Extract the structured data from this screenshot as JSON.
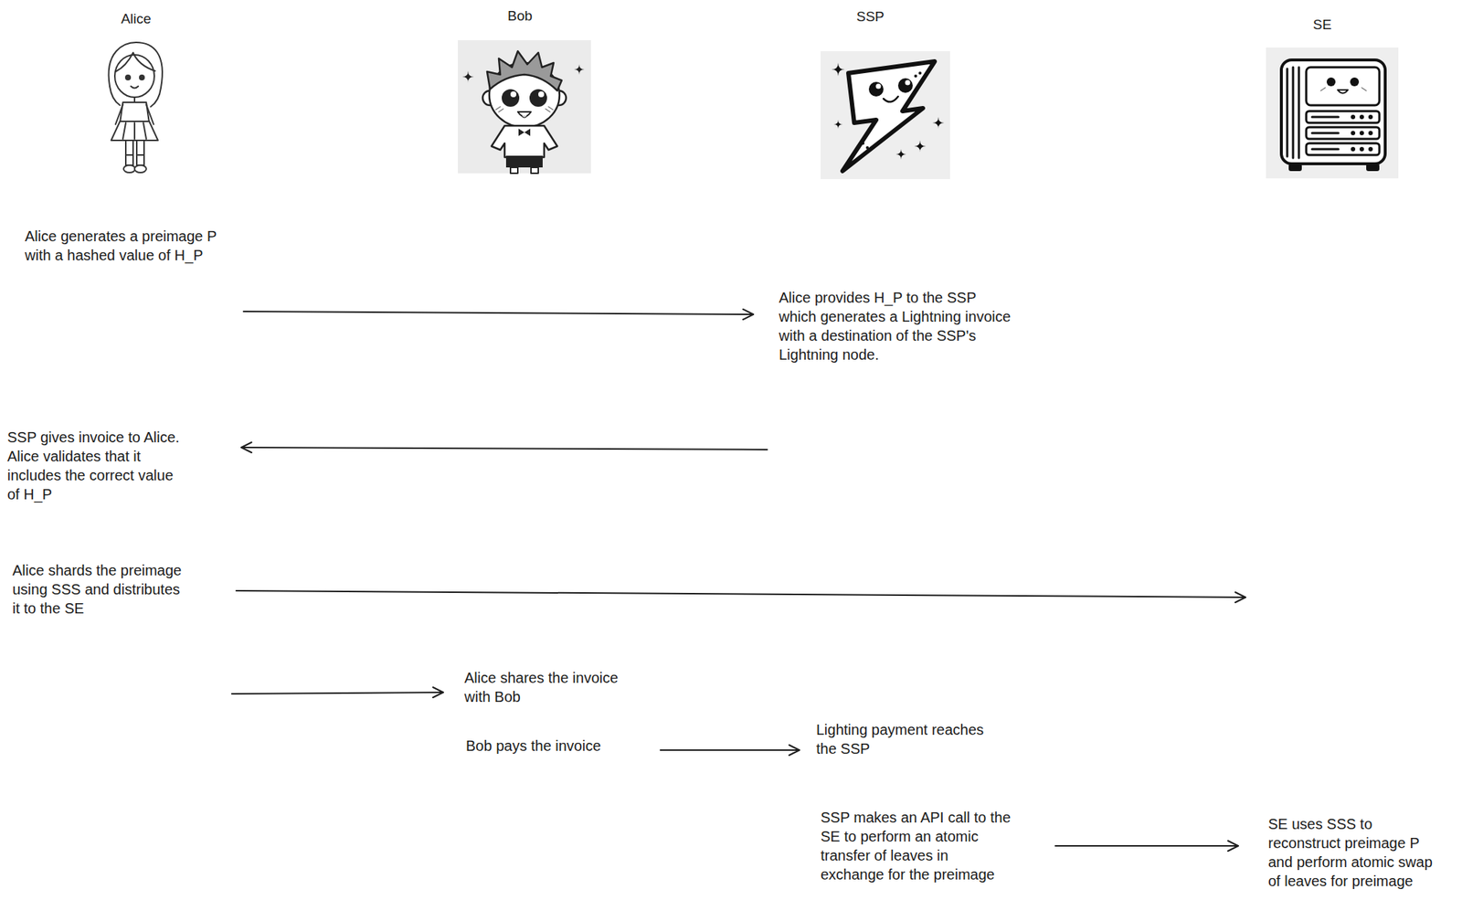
{
  "diagram": {
    "labels": [
      "Alice",
      "Bob",
      "SSP",
      "SE",
      "Alice generates a preimage P with a hashed value of H_P",
      "Alice provides H_P to the SSP which generates a Lightning invoice with a destination of the SSP's Lightning node.",
      "SSP gives invoice to Alice. Alice validates that it includes the correct value of H_P",
      "Alice shards the preimage using SSS and distributes it to the SE",
      "Alice shares the invoice with Bob",
      "Bob pays the invoice",
      "Lighting payment reaches the SSP",
      "SSP makes an API call to the SE to perform an atomic transfer of leaves in exchange for the preimage",
      "SE uses SSS to reconstruct preimage P and perform atomic swap of leaves for preimage"
    ]
  }
}
